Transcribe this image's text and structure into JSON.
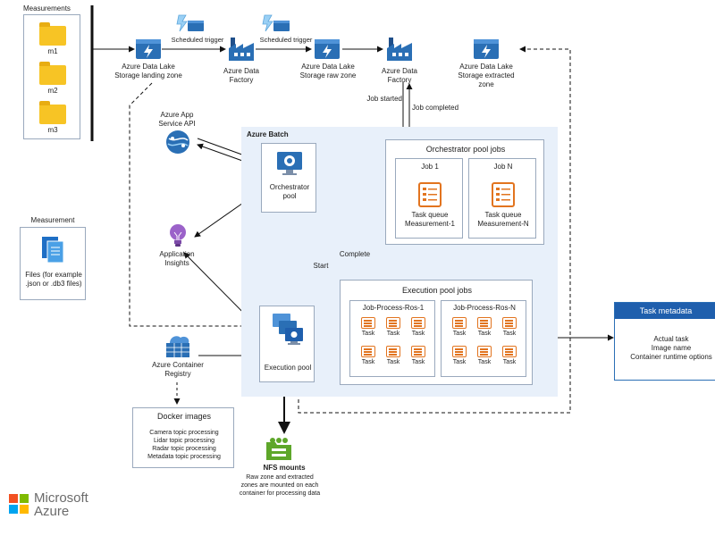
{
  "measurements": {
    "title": "Measurements",
    "items": [
      "m1",
      "m2",
      "m3"
    ]
  },
  "measurement": {
    "title": "Measurement",
    "files": "Files (for example .json or .db3 files)"
  },
  "storage": {
    "landing": "Azure Data Lake Storage landing zone",
    "raw": "Azure Data Lake Storage raw zone",
    "extracted": "Azure Data Lake Storage extracted zone"
  },
  "factory": {
    "first": "Azure Data Factory",
    "second": "Azure Data Factory"
  },
  "triggers": {
    "first": "Scheduled trigger",
    "second": "Scheduled trigger"
  },
  "job_started": "Job started",
  "job_completed": "Job completed",
  "app_service": "Azure App Service API",
  "app_insights": "Application Insights",
  "batch": {
    "title": "Azure Batch",
    "orchestrator_pool": "Orchestrator pool",
    "execution_pool": "Execution pool",
    "orchestrator_jobs": {
      "title": "Orchestrator pool jobs",
      "jobs": [
        {
          "name": "Job 1",
          "queue": "Task queue Measurement-1"
        },
        {
          "name": "Job N",
          "queue": "Task queue Measurement-N"
        }
      ]
    },
    "execution_jobs": {
      "title": "Execution pool jobs",
      "jobs": [
        {
          "name": "Job-Process-Ros-1"
        },
        {
          "name": "Job-Process-Ros-N"
        }
      ],
      "task_label": "Task"
    },
    "complete": "Complete",
    "start": "Start"
  },
  "container_registry": "Azure Container Registry",
  "docker": {
    "title": "Docker images",
    "items": [
      "Camera topic processing",
      "Lidar topic processing",
      "Radar topic processing",
      "Metadata topic processing"
    ]
  },
  "nfs": {
    "title": "NFS mounts",
    "desc": "Raw zone and extracted zones are mounted on each container for processing data"
  },
  "task_metadata": {
    "title": "Task metadata",
    "items": [
      "Actual task",
      "Image name",
      "Container runtime options"
    ]
  },
  "brand": {
    "line1": "Microsoft",
    "line2": "Azure"
  },
  "colors": {
    "azure_blue": "#2a6fb5",
    "header_blue": "#1f5fad",
    "panel": "#e8f0fa",
    "task_orange": "#e2741f",
    "folder_yellow": "#f7c425"
  }
}
